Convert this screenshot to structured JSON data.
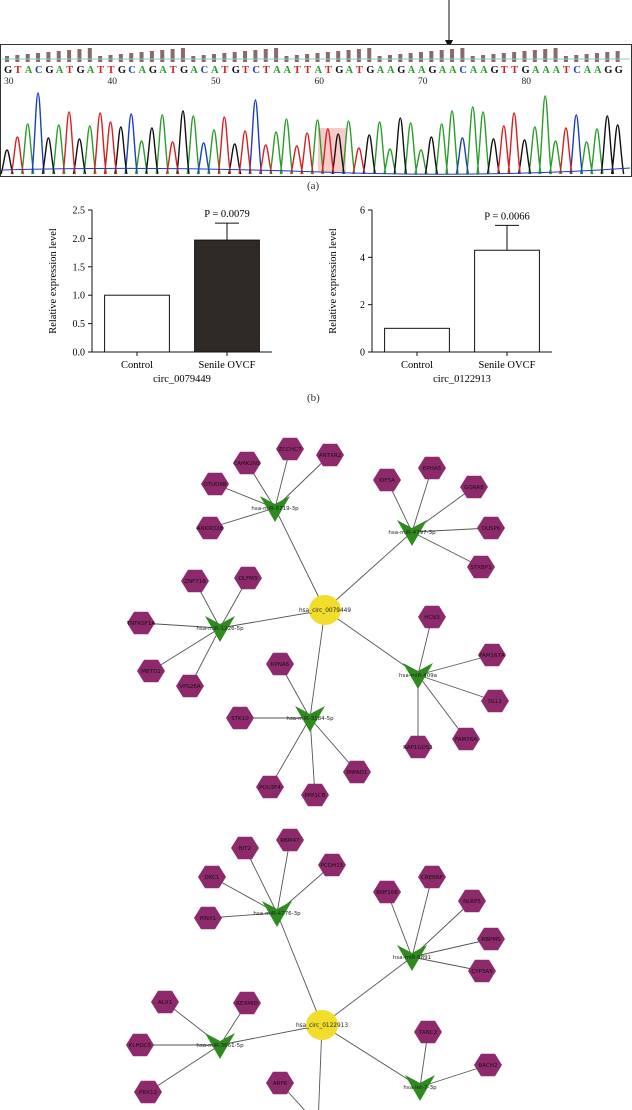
{
  "panel_labels": {
    "a": "(a)",
    "b": "(b)"
  },
  "chromatogram": {
    "sequence": "GTACGATGATTGCAGATGACATGTCTAATTATGATGAAGAAGAACAAGTTGAAATCAAGG",
    "positions": [
      "30",
      "40",
      "50",
      "60",
      "70",
      "80"
    ],
    "colors": {
      "A": "#2a9d2a",
      "C": "#1a3fbf",
      "G": "#111111",
      "T": "#d62020"
    }
  },
  "chart_data": [
    {
      "type": "bar",
      "title": "",
      "categories": [
        "Control",
        "Senile OVCF"
      ],
      "values": [
        1.0,
        1.97
      ],
      "errors": [
        0,
        0.3
      ],
      "xlabel": "circ_0079449",
      "ylabel": "Relative expression level",
      "ylim": [
        0,
        2.5
      ],
      "yticks": [
        "0.0",
        "0.5",
        "1.0",
        "1.5",
        "2.0",
        "2.5"
      ],
      "annotation": "P = 0.0079",
      "bar_colors": [
        "#ffffff",
        "#302a27"
      ]
    },
    {
      "type": "bar",
      "title": "",
      "categories": [
        "Control",
        "Senile OVCF"
      ],
      "values": [
        1.0,
        4.3
      ],
      "errors": [
        0,
        1.05
      ],
      "xlabel": "circ_0122913",
      "ylabel": "Relative expression level",
      "ylim": [
        0,
        6
      ],
      "yticks": [
        "0",
        "2",
        "4",
        "6"
      ],
      "annotation": "P = 0.0066",
      "bar_colors": [
        "#ffffff",
        "#ffffff"
      ]
    }
  ],
  "networks": [
    {
      "center": "hsa_circ_0079449",
      "mirnas": [
        {
          "label": "hsa-miR-6719-3p",
          "targets": [
            "CAMK2N1",
            "ZCCHC7",
            "ANTXR2",
            "OTUD6B",
            "ANKRD28"
          ]
        },
        {
          "label": "hsa-miR-4797-3p",
          "targets": [
            "KIF5A",
            "EPHA5",
            "GORAB",
            "DUSP6",
            "STXBP1"
          ]
        },
        {
          "label": "hsa-miR-1226-5p",
          "targets": [
            "ZNF716",
            "OLFM3",
            "TNFRSF1A",
            "MBTD1",
            "VPS26A"
          ]
        },
        {
          "label": "hsa-miR-409a",
          "targets": [
            "HCN3",
            "FAM167A",
            "DLL1",
            "FAM76A",
            "RAP1GDS1"
          ]
        },
        {
          "label": "hsa-miR-3184-5p",
          "targets": [
            "KPNA6",
            "STK10",
            "POU3F4",
            "PPP1CB",
            "IMPAD1"
          ]
        }
      ]
    },
    {
      "center": "hsa_circ_0122913",
      "mirnas": [
        {
          "label": "hsa-miR-4776-3p",
          "targets": [
            "BIT2",
            "RBM47",
            "PCDH15",
            "DKC1",
            "PINX1"
          ]
        },
        {
          "label": "hsa-miR-6891",
          "targets": [
            "RNF166",
            "CREBRF",
            "NLRP5",
            "RBPMS",
            "CYP3A5"
          ]
        },
        {
          "label": "hsa-miR-3661-5p",
          "targets": [
            "ALX1",
            "REXMID",
            "KLHDC5",
            "PRX12"
          ]
        },
        {
          "label": "hsa-let-7-3p",
          "targets": [
            "TANC2",
            "BACH2"
          ]
        },
        {
          "label": "",
          "targets": [
            "ARF6"
          ]
        }
      ]
    }
  ]
}
